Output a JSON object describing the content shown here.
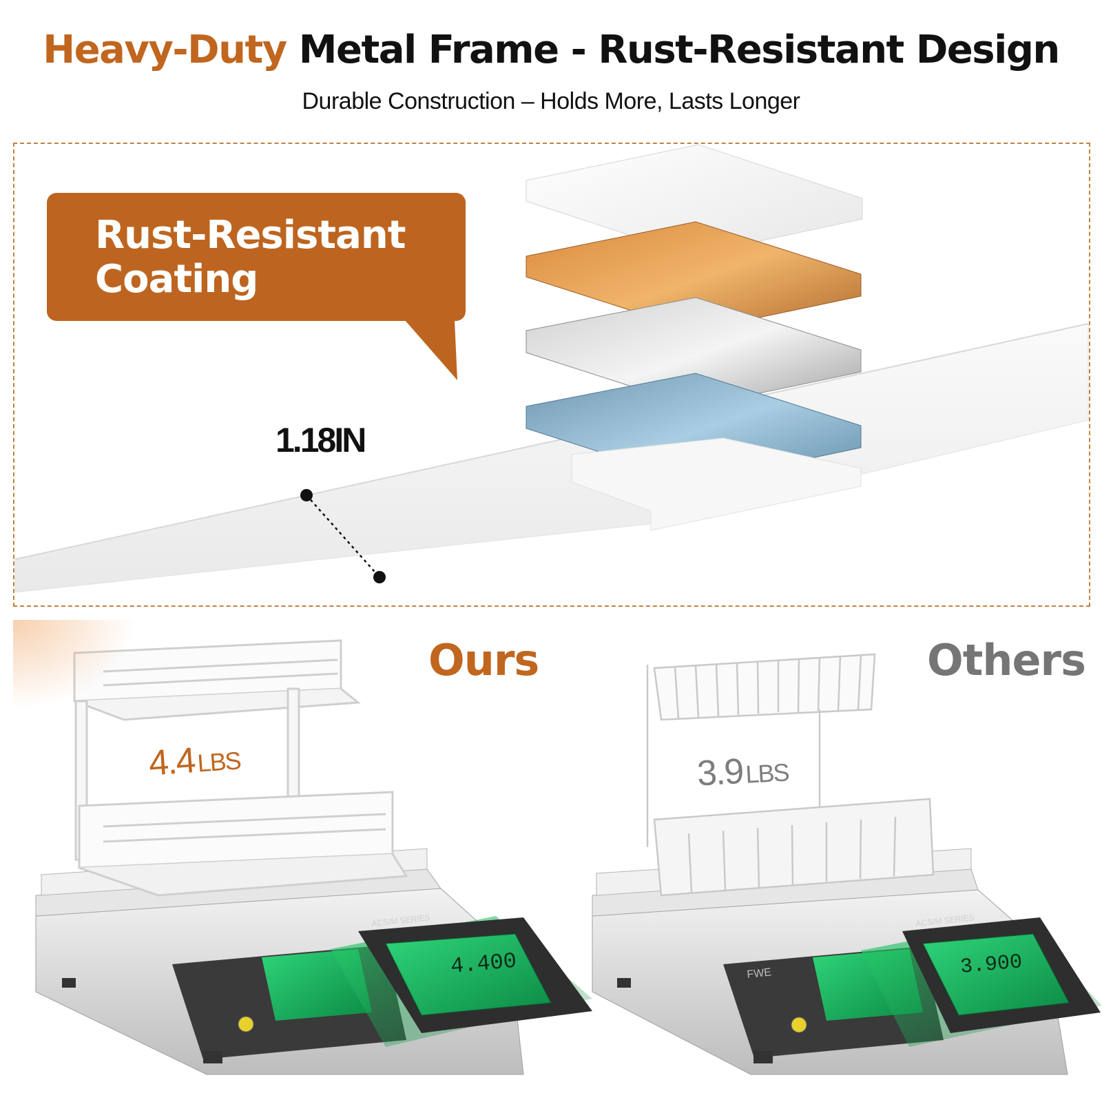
{
  "header": {
    "title_accent": "Heavy-Duty",
    "title_rest": "Metal Frame - Rust-Resistant Design",
    "subtitle": "Durable Construction – Holds More, Lasts Longer"
  },
  "feature": {
    "callout_line1": "Rust-Resistant",
    "callout_line2": "Coating",
    "thickness": "1.18IN"
  },
  "comparison": {
    "ours": {
      "label": "Ours",
      "weight_value": "4.4",
      "weight_unit": "LBS",
      "scale_reading": "4.400"
    },
    "others": {
      "label": "Others",
      "weight_value": "3.9",
      "weight_unit": "LBS",
      "scale_reading": "3.900"
    }
  },
  "scale_brand": "ACS/M SERIES",
  "scale_logo": "FWE",
  "colors": {
    "accent": "#c0661f",
    "callout_bg": "#bd6520",
    "others_gray": "#757575",
    "display_green": "#35e07a"
  }
}
